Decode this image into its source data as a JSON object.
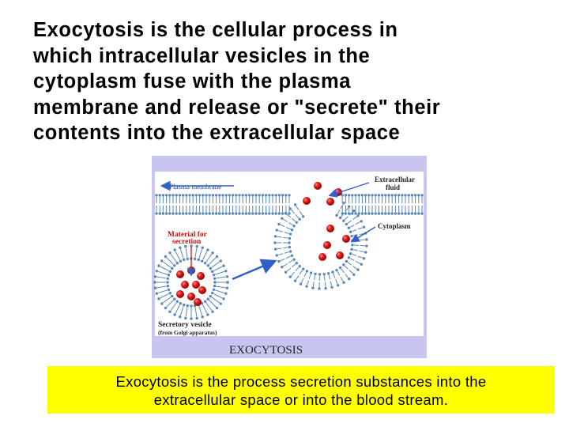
{
  "title": {
    "lines": [
      "Exocytosis is the cellular process in",
      "which intracellular vesicles in the",
      "cytoplasm fuse with the plasma",
      "membrane and release or \"secrete\" their",
      "contents into the extracellular space"
    ]
  },
  "figure": {
    "labels": {
      "plasma_membrane": "Plasma membrane",
      "extracellular_fluid_1": "Extracellular",
      "extracellular_fluid_2": "fluid",
      "cytoplasm": "Cytoplasm",
      "material_1": "Material for",
      "material_2": "secretion",
      "vesicle_1": "Secretory vesicle",
      "vesicle_2": "(from Golgi apparatus)",
      "banner": "EXOCYTOSIS"
    },
    "colors": {
      "background": "#c8c6f0",
      "panel": "#ffffff",
      "membrane": "#5a86b8",
      "particle": "#e01818",
      "arrow": "#3060c8",
      "label_red": "#cc1010"
    }
  },
  "caption": {
    "lines": [
      "Exocytosis is the process secretion substances into the",
      "extracellular space or into the blood stream."
    ]
  }
}
